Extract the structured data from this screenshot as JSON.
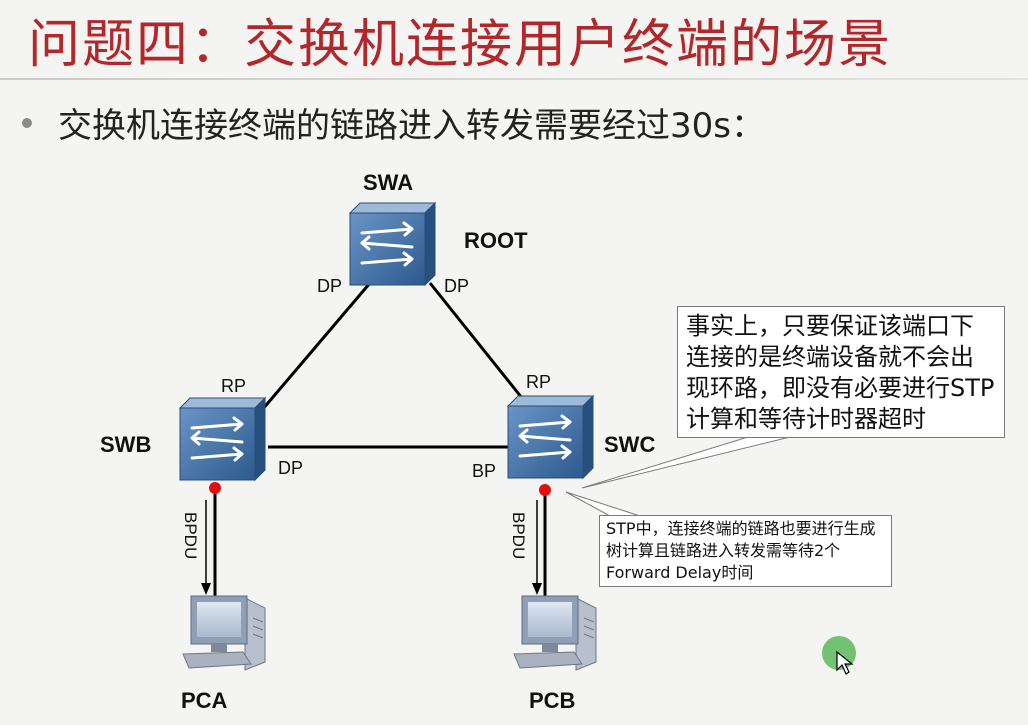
{
  "slide": {
    "title": "问题四：交换机连接用户终端的场景",
    "bullet": "交换机连接终端的链路进入转发需要经过30s："
  },
  "diagram": {
    "switches": {
      "swa": {
        "name": "SWA",
        "tag": "ROOT"
      },
      "swb": {
        "name": "SWB"
      },
      "swc": {
        "name": "SWC"
      }
    },
    "port_labels": {
      "swa_left": "DP",
      "swa_right": "DP",
      "swb_top": "RP",
      "swb_right": "DP",
      "swc_top": "RP",
      "swc_left": "BP"
    },
    "bpdu_labels": {
      "left": "BPDU",
      "right": "BPDU"
    },
    "pcs": {
      "pca": "PCA",
      "pcb": "PCB"
    }
  },
  "callouts": {
    "main": "事实上，只要保证该端口下连接的是终端设备就不会出现环路，即没有必要进行STP计算和等待计时器超时",
    "secondary": "STP中，连接终端的链路也要进行生成树计算且链路进入转发需等待2个Forward Delay时间"
  },
  "colors": {
    "title": "#b3262a",
    "switch_body": "#3d6ea5",
    "port_dot": "#e01010",
    "cursor": "#5cb85c"
  }
}
